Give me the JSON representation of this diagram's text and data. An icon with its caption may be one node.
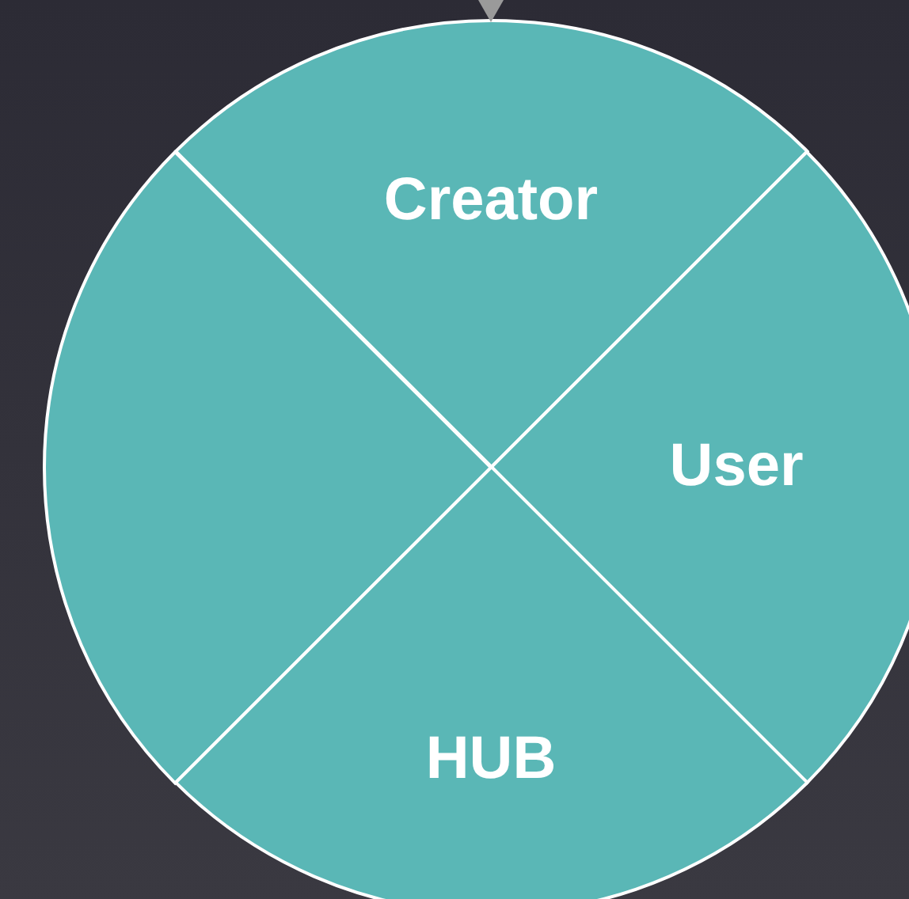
{
  "diagram": {
    "nodes": [
      {
        "text": [
          "Creator"
        ]
      },
      {
        "text": [],
        "shape": "sector"
      },
      {
        "text": [
          "User"
        ]
      },
      {
        "text": [
          "HUB"
        ]
      }
    ]
  }
}
